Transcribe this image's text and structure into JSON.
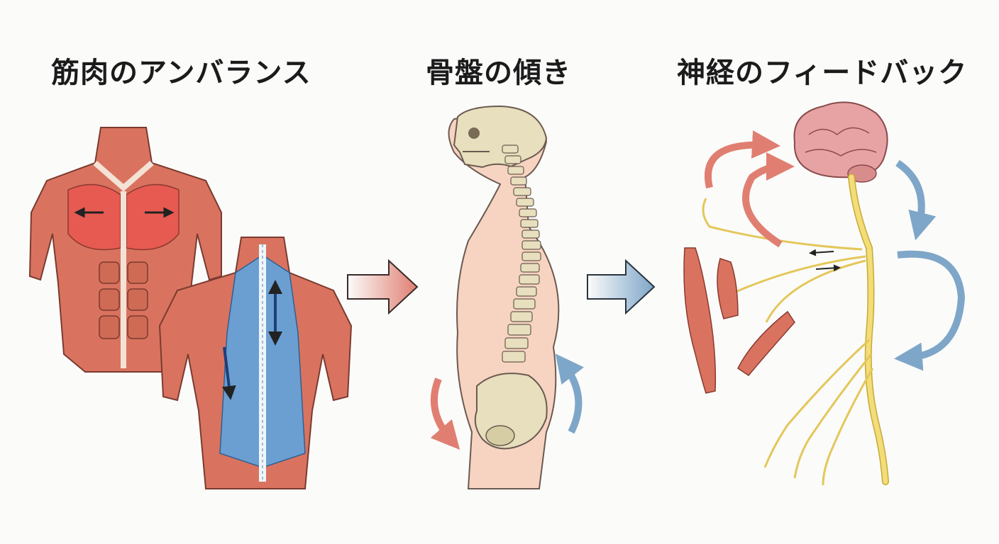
{
  "panels": [
    {
      "title": "筋肉のアンバランス",
      "icon": "muscle-imbalance-illustration"
    },
    {
      "title": "骨盤の傾き",
      "icon": "pelvic-tilt-illustration"
    },
    {
      "title": "神経のフィードバック",
      "icon": "nerve-feedback-illustration"
    }
  ],
  "connectors": [
    {
      "icon": "red-flow-arrow"
    },
    {
      "icon": "blue-flow-arrow"
    }
  ],
  "colors": {
    "muscle_red": "#d9735f",
    "muscle_blue": "#6b9fd2",
    "skin": "#f6d4c1",
    "bone": "#e7dfbd",
    "nerve": "#f2dd77",
    "brain": "#e7a3a3",
    "arrow_red": "#e07f71",
    "arrow_blue": "#7ea6c8"
  }
}
